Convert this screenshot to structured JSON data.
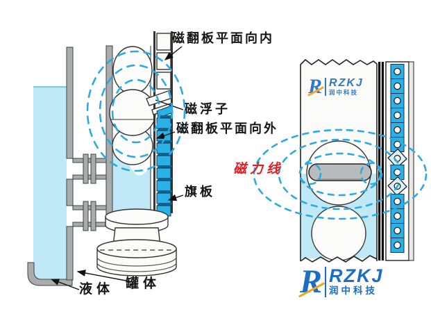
{
  "diagram": {
    "labels": {
      "flap_inward": "磁翻板平面向内",
      "magnetic_float": "磁浮子",
      "flap_outward": "磁翻板平面向外",
      "flag_plate": "旗板",
      "magnetic_field_lines": "磁力线",
      "liquid": "液体",
      "tank_body": "罐体"
    },
    "logo": {
      "mark": "R",
      "brand": "RZKJ",
      "company": "润中科技"
    },
    "colors": {
      "liquid": "#bfe9f7",
      "flap": "#2ab1e8",
      "flap_shadow": "#10648f",
      "field_line": "#2da9e2",
      "annotation_red": "#e51c23",
      "logo_blue": "#1c6ec2",
      "swoosh": "#f6a21d",
      "wall": "#a9abad"
    }
  }
}
